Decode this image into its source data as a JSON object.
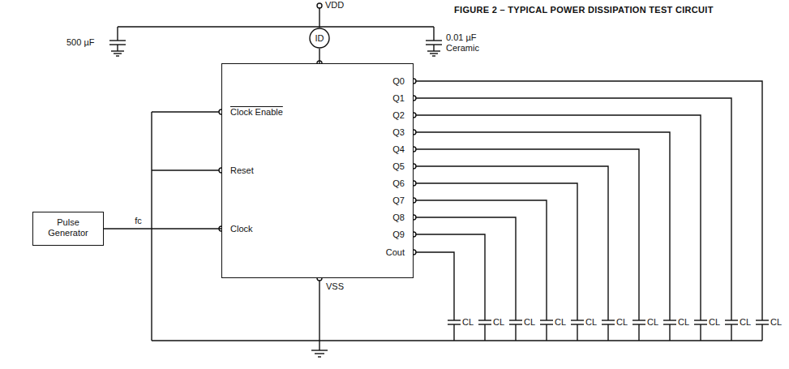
{
  "diagram": {
    "title": "FIGURE 2 – TYPICAL POWER DISSIPATION TEST CIRCUIT",
    "nodes": [
      {
        "text": [
          "ID"
        ]
      },
      {
        "text": [
          "Clock Enable",
          "Reset",
          "Clock",
          "Q0",
          "Q1",
          "Q2",
          "Q3",
          "Q4",
          "Q5",
          "Q6",
          "Q7",
          "Q8",
          "Q9",
          "Cout"
        ]
      },
      {
        "text": [
          "Pulse Generator"
        ]
      }
    ],
    "edges": [
      {
        "from": 0,
        "to": 1,
        "arrow": "none"
      },
      {
        "from": 2,
        "to": 1,
        "arrow": "none",
        "label": "fc"
      }
    ],
    "labels": [
      "VDD",
      "500 µF",
      "0.01 µF Ceramic",
      "VSS",
      "CL",
      "CL",
      "CL",
      "CL",
      "CL",
      "CL",
      "CL",
      "CL",
      "CL",
      "CL",
      "CL"
    ]
  }
}
